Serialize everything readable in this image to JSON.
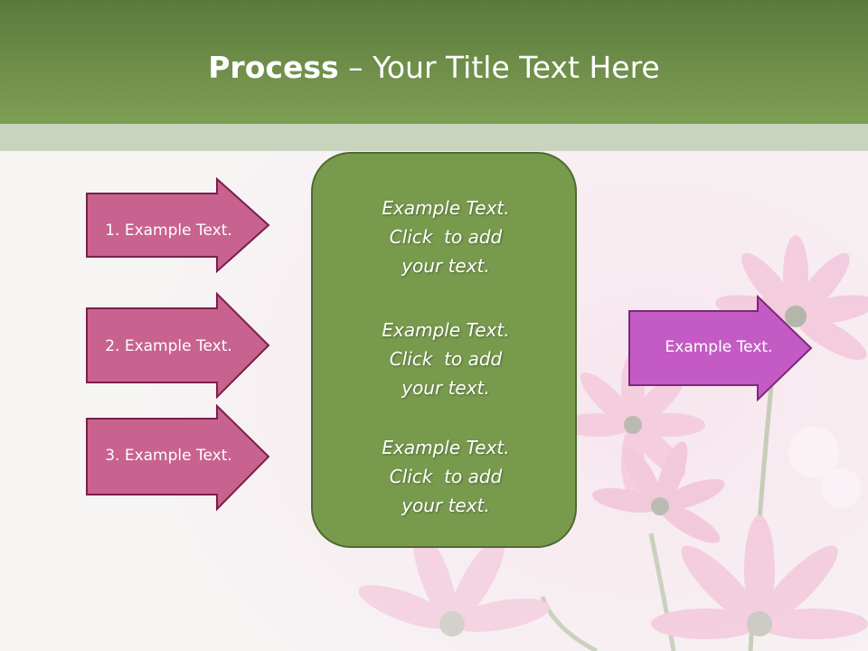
{
  "slide": {
    "title_bold": "Process",
    "title_rest": " – Your Title Text Here",
    "left_arrows": [
      {
        "label": "1. Example Text."
      },
      {
        "label": "2. Example Text."
      },
      {
        "label": "3. Example Text."
      }
    ],
    "center_paragraphs": [
      {
        "lines": [
          "Example Text.",
          "Click  to add",
          "your text."
        ]
      },
      {
        "lines": [
          "Example Text.",
          "Click  to add",
          "your text."
        ]
      },
      {
        "lines": [
          "Example Text.",
          "Click  to add",
          "your text."
        ]
      }
    ],
    "right_arrow": {
      "label": "Example Text."
    }
  },
  "colors": {
    "header": "#6f8f48",
    "band": "#c8d4bd",
    "left_arrow_fill": "#c8628f",
    "left_arrow_border": "#7a1f4a",
    "right_arrow_fill": "#c45bc4",
    "right_arrow_border": "#7a2a7a",
    "center_fill": "#789a4d",
    "center_border": "#4e6a31"
  }
}
